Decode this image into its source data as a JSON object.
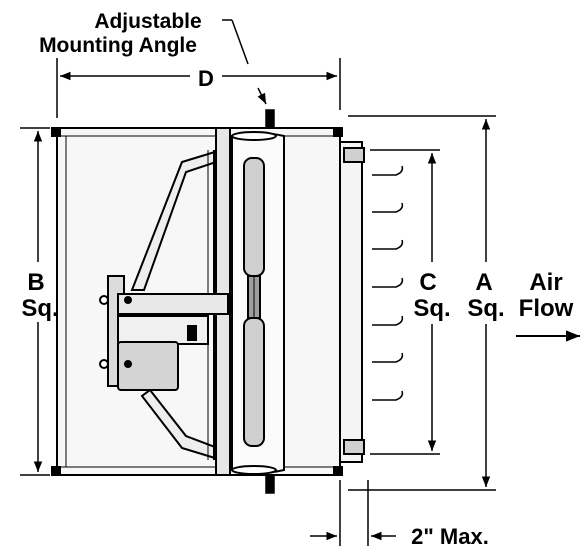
{
  "labels": {
    "mounting_angle_line1": "Adjustable",
    "mounting_angle_line2": "Mounting Angle",
    "dim_d": "D",
    "dim_b": "B",
    "dim_b_sq": "Sq.",
    "dim_c": "C",
    "dim_c_sq": "Sq.",
    "dim_a": "A",
    "dim_a_sq": "Sq.",
    "air": "Air",
    "flow": "Flow",
    "max_gap": "2\" Max."
  },
  "colors": {
    "line": "#000000",
    "fill_light": "#f2f2f2",
    "fill_mid": "#d9d9d9",
    "fill_dark": "#bdbdbd"
  }
}
